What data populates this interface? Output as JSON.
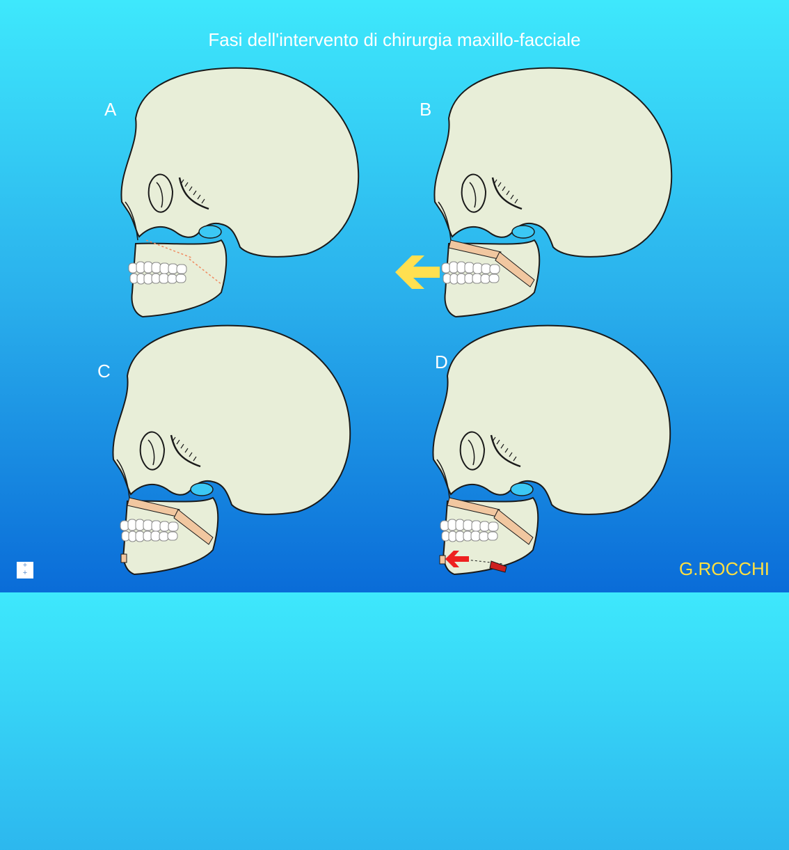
{
  "title": "Fasi dell'intervento di chirurgia maxillo-facciale",
  "panels": [
    {
      "label": "A"
    },
    {
      "label": "B"
    },
    {
      "label": "C"
    },
    {
      "label": "D"
    }
  ],
  "author": "G.ROCCHI",
  "nav_icon": "plus-icon",
  "colors": {
    "background_top": "#3ee8fc",
    "background_bottom": "#0a6cd8",
    "bone": "#e8eed8",
    "cut_band": "#f1c7a0",
    "arrow_yellow": "#ffe050",
    "arrow_red": "#ee2020",
    "author_text": "#ffe040"
  }
}
